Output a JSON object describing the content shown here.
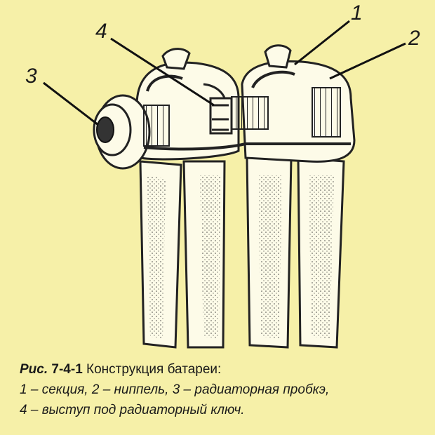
{
  "figure": {
    "callouts": [
      {
        "num": "1"
      },
      {
        "num": "2"
      },
      {
        "num": "3"
      },
      {
        "num": "4"
      }
    ],
    "caption": {
      "label": "Рис.",
      "number": "7-4-1",
      "title": "Конструкция батареи:",
      "legend_line1": "1 – секция, 2 – ниппель, 3 – радиаторная пробкэ,",
      "legend_line2": "4 – выступ под радиаторный ключ."
    }
  }
}
